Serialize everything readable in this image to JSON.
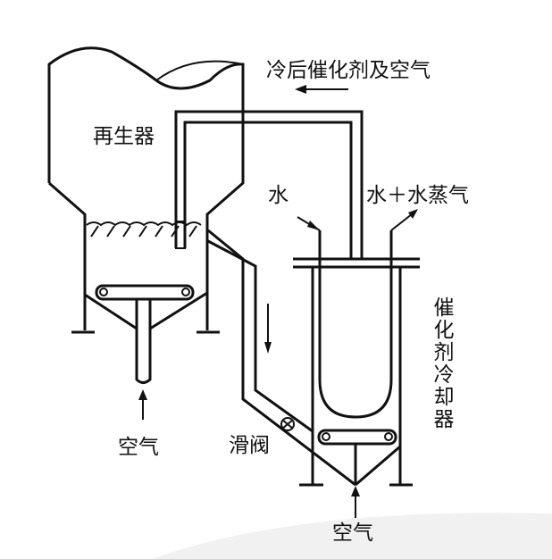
{
  "labels": {
    "top_flow": "冷后催化剂及空气",
    "regenerator": "再生器",
    "water_in": "水",
    "water_steam_out": "水＋水蒸气",
    "cooler": "催化剂冷却器",
    "air_left": "空气",
    "slide_valve": "滑阀",
    "air_bottom": "空气"
  }
}
